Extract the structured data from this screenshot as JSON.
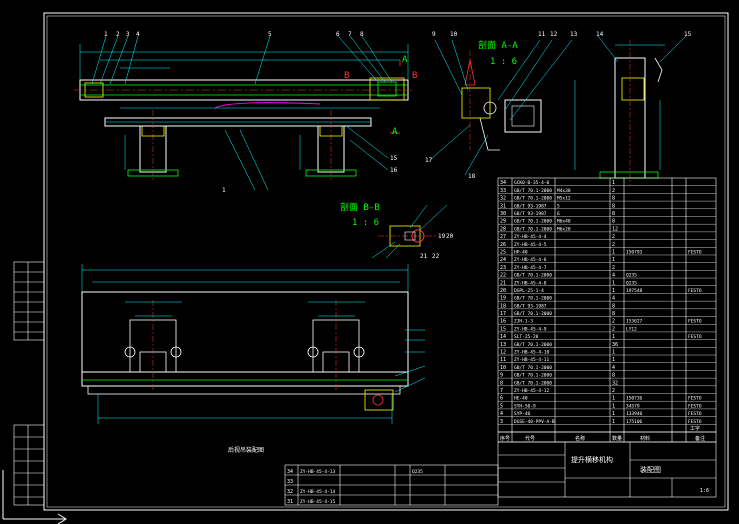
{
  "views": {
    "section_aa": {
      "title": "剖面 A-A",
      "scale": "1 : 6"
    },
    "section_bb": {
      "title": "剖面 B-B",
      "scale": "1 : 6"
    },
    "plan_label": "后视吊装配图"
  },
  "markers": {
    "a": "A",
    "b": "B"
  },
  "balloons_top": [
    "1",
    "2",
    "3",
    "4",
    "5",
    "6",
    "7",
    "8",
    "9",
    "10",
    "11",
    "12",
    "13",
    "14",
    "15",
    "1"
  ],
  "balloons_side": [
    "15",
    "16",
    "17",
    "18",
    "19",
    "20",
    "21",
    "22"
  ],
  "bom": {
    "rows": [
      {
        "no": "34",
        "code": "GCK0-B-35-4-0",
        "name": "",
        "qty": "1",
        "material": "",
        "remark": ""
      },
      {
        "no": "33",
        "code": "GB/T 70.1-2000",
        "name": "M4x30",
        "qty": "2",
        "material": "",
        "remark": ""
      },
      {
        "no": "32",
        "code": "GB/T 70.1-2000",
        "name": "M5x12",
        "qty": "8",
        "material": "",
        "remark": ""
      },
      {
        "no": "31",
        "code": "GB/T 93-1987",
        "name": "5",
        "qty": "8",
        "material": "",
        "remark": ""
      },
      {
        "no": "30",
        "code": "GB/T 93-1987",
        "name": "6",
        "qty": "8",
        "material": "",
        "remark": ""
      },
      {
        "no": "29",
        "code": "GB/T 70.1-2000",
        "name": "M6x40",
        "qty": "8",
        "material": "",
        "remark": ""
      },
      {
        "no": "28",
        "code": "GB/T 70.1-2000",
        "name": "M6x20",
        "qty": "12",
        "material": "",
        "remark": ""
      },
      {
        "no": "27",
        "code": "ZY-HB-45-4-4",
        "name": "",
        "qty": "2",
        "material": "",
        "remark": ""
      },
      {
        "no": "26",
        "code": "ZY-HB-45-4-5",
        "name": "",
        "qty": "2",
        "material": "",
        "remark": ""
      },
      {
        "no": "25",
        "code": "HP-40",
        "name": "",
        "qty": "1",
        "material": "150793",
        "remark": "FESTO"
      },
      {
        "no": "24",
        "code": "ZY-HB-45-4-6",
        "name": "",
        "qty": "1",
        "material": "",
        "remark": ""
      },
      {
        "no": "23",
        "code": "ZY-HB-45-4-7",
        "name": "",
        "qty": "2",
        "material": "",
        "remark": ""
      },
      {
        "no": "22",
        "code": "GB/T 70.1-2000",
        "name": "",
        "qty": "4",
        "material": "Q235",
        "remark": ""
      },
      {
        "no": "21",
        "code": "ZY-HB-45-4-8",
        "name": "",
        "qty": "1",
        "material": "Q235",
        "remark": ""
      },
      {
        "no": "20",
        "code": "DGPL-25-1-4",
        "name": "",
        "qty": "1",
        "material": "197548",
        "remark": "FESTO"
      },
      {
        "no": "19",
        "code": "GB/T 70.1-2000",
        "name": "",
        "qty": "4",
        "material": "",
        "remark": ""
      },
      {
        "no": "18",
        "code": "GB/T 93-1987",
        "name": "",
        "qty": "8",
        "material": "",
        "remark": ""
      },
      {
        "no": "17",
        "code": "GB/T 70.1-2000",
        "name": "",
        "qty": "8",
        "material": "",
        "remark": ""
      },
      {
        "no": "16",
        "code": "ZJH-1-3",
        "name": "",
        "qty": "2",
        "material": "153627",
        "remark": "FESTO"
      },
      {
        "no": "15",
        "code": "ZY-HB-45-4-9",
        "name": "",
        "qty": "2",
        "material": "LY12",
        "remark": ""
      },
      {
        "no": "14",
        "code": "SLT-25-20",
        "name": "",
        "qty": "1",
        "material": "",
        "remark": "FESTO"
      },
      {
        "no": "13",
        "code": "GB/T 70.1-2000",
        "name": "",
        "qty": "36",
        "material": "",
        "remark": ""
      },
      {
        "no": "12",
        "code": "ZY-HB-45-4-10",
        "name": "",
        "qty": "1",
        "material": "",
        "remark": ""
      },
      {
        "no": "11",
        "code": "ZY-HB-45-4-11",
        "name": "",
        "qty": "1",
        "material": "",
        "remark": ""
      },
      {
        "no": "10",
        "code": "GB/T 70.1-2000",
        "name": "",
        "qty": "4",
        "material": "",
        "remark": ""
      },
      {
        "no": "9",
        "code": "GB/T 70.1-2000",
        "name": "",
        "qty": "8",
        "material": "",
        "remark": ""
      },
      {
        "no": "8",
        "code": "GB/T 70.1-2000",
        "name": "",
        "qty": "32",
        "material": "",
        "remark": ""
      },
      {
        "no": "7",
        "code": "ZY-HB-45-4-12",
        "name": "",
        "qty": "2",
        "material": "",
        "remark": ""
      },
      {
        "no": "6",
        "code": "HE-40",
        "name": "",
        "qty": "1",
        "material": "150736",
        "remark": "FESTO"
      },
      {
        "no": "5",
        "code": "SYH-50-9",
        "name": "",
        "qty": "1",
        "material": "34579",
        "remark": "FESTO"
      },
      {
        "no": "4",
        "code": "SYP-40",
        "name": "",
        "qty": "1",
        "material": "133940",
        "remark": "FESTO"
      },
      {
        "no": "3",
        "code": "DGSE-40-PPV-A-B",
        "name": "",
        "qty": "1",
        "material": "175106",
        "remark": "FESTO"
      }
    ],
    "header": {
      "no": "序号",
      "code": "代号",
      "name": "名称",
      "qty": "数量",
      "material": "材料",
      "remark": "备注"
    }
  },
  "lower_list": [
    {
      "no": "34",
      "code": "ZY-HB-45-4-13",
      "material": "Q235"
    },
    {
      "no": "33",
      "code": "",
      "material": ""
    },
    {
      "no": "32",
      "code": "ZY-HB-45-4-14",
      "material": ""
    },
    {
      "no": "31",
      "code": "ZY-HB-45-4-15",
      "material": ""
    }
  ],
  "title_block": {
    "name": "提升横移机构",
    "drawing": "装配图",
    "scale": "1:6",
    "unit": "工字"
  }
}
